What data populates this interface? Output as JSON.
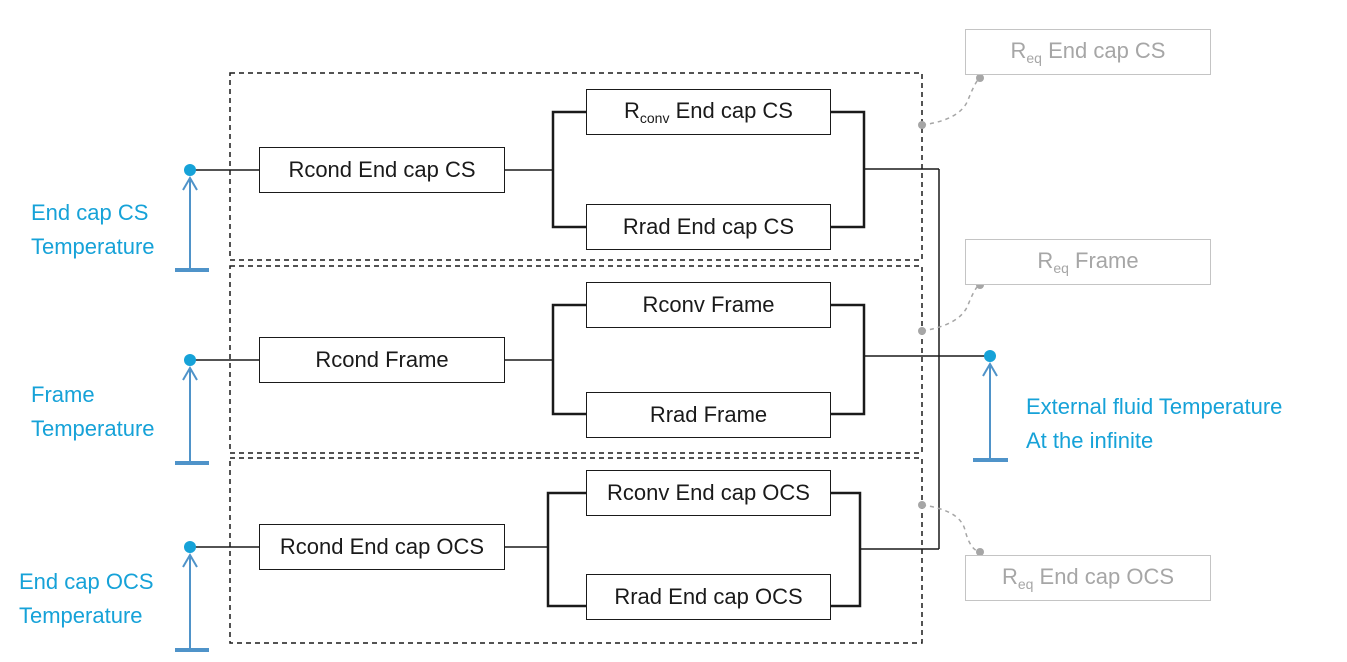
{
  "colors": {
    "wire": "#1a1a1a",
    "group_border": "#1a1a1a",
    "node": "#16a2d8",
    "arrow": "#4f93c9",
    "temperature_label": "#16a2d8",
    "req_text": "#a6a6a6",
    "req_border": "#c4c4c4",
    "req_leader": "#a6a6a6"
  },
  "groups": {
    "cs": {
      "rcond": "Rcond End cap CS",
      "rconv": {
        "symbol": "R",
        "subscript": "conv",
        "text": " End cap CS"
      },
      "rrad": "Rrad End cap CS",
      "temperature": [
        "End cap CS",
        "Temperature"
      ],
      "req": {
        "symbol": "R",
        "subscript": "eq",
        "text": " End cap CS"
      }
    },
    "frame": {
      "rcond": "Rcond Frame",
      "rconv": "Rconv Frame",
      "rrad": "Rrad Frame",
      "temperature": [
        "Frame",
        "Temperature"
      ],
      "req": {
        "symbol": "R",
        "subscript": "eq",
        "text": " Frame"
      }
    },
    "ocs": {
      "rcond": "Rcond End cap OCS",
      "rconv": "Rconv End cap OCS",
      "rrad": "Rrad End cap OCS",
      "temperature": [
        "End cap OCS",
        "Temperature"
      ],
      "req": {
        "symbol": "R",
        "subscript": "eq",
        "text": " End cap OCS"
      }
    }
  },
  "external": {
    "temperature": [
      "External fluid Temperature",
      "At the infinite"
    ]
  }
}
